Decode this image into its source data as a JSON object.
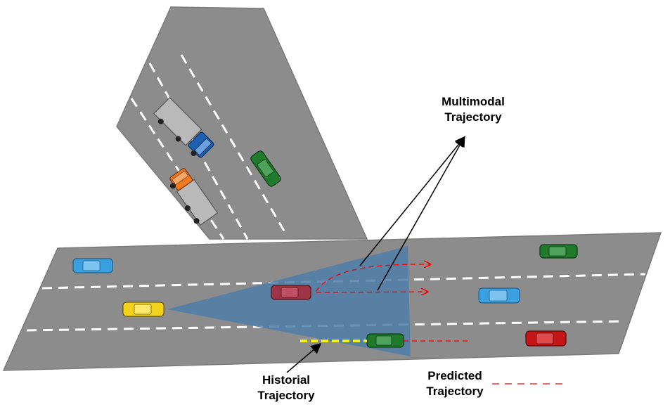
{
  "labels": {
    "multimodal_line1": "Multimodal",
    "multimodal_line2": "Trajectory",
    "historical_line1": "Historial",
    "historical_line2": "Trajectory",
    "predicted_line1": "Predicted",
    "predicted_line2": "Trajectory"
  },
  "colors": {
    "background": "#ffffff",
    "road": "#8c8c8c",
    "road_edge": "#7a7a7a",
    "lane_marking": "#ffffff",
    "sensing_area": "#4f7ea8",
    "predicted_trajectory": "#ff0000",
    "historical_trajectory": "#ffff00",
    "arrow": "#000000",
    "car_blue": "#3aa0e0",
    "car_yellow": "#f2d21b",
    "car_green": "#1f7a2c",
    "car_red": "#c41616",
    "truck_cab_blue": "#1f5fb0",
    "truck_cab_orange": "#f07a20",
    "truck_trailer": "#b9b9b9"
  },
  "vehicles": [
    {
      "id": "car-left-top",
      "kind": "car",
      "color": "car_blue"
    },
    {
      "id": "car-ego",
      "kind": "car",
      "color": "car_yellow"
    },
    {
      "id": "car-target",
      "kind": "car",
      "color": "car_red"
    },
    {
      "id": "car-right-top",
      "kind": "car",
      "color": "car_green"
    },
    {
      "id": "car-right-mid",
      "kind": "car",
      "color": "car_blue"
    },
    {
      "id": "car-right-bottom",
      "kind": "car",
      "color": "car_red"
    },
    {
      "id": "car-center-bottom",
      "kind": "car",
      "color": "car_green"
    },
    {
      "id": "car-ramp",
      "kind": "car",
      "color": "car_green"
    },
    {
      "id": "truck-ramp-top",
      "kind": "truck",
      "color": "truck_cab_blue"
    },
    {
      "id": "truck-ramp-bottom",
      "kind": "truck",
      "color": "truck_cab_orange"
    }
  ]
}
